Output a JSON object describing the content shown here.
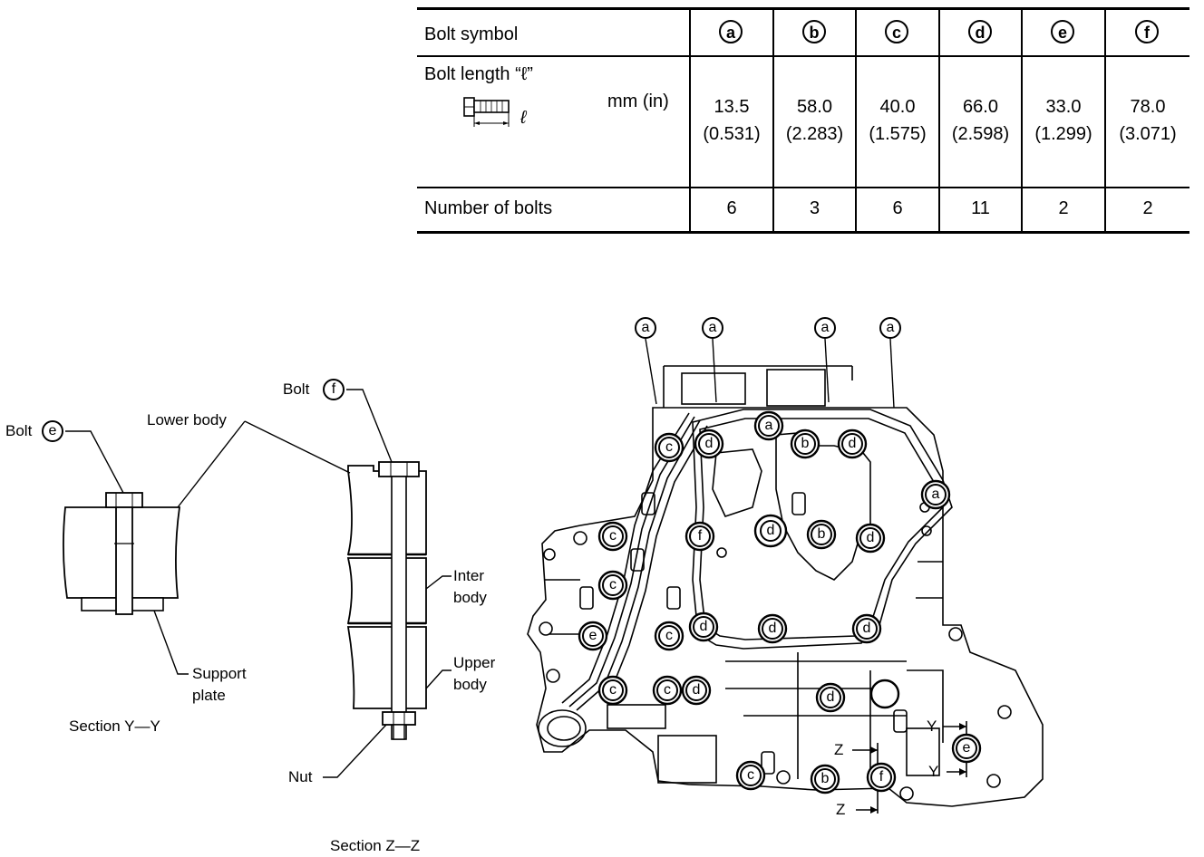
{
  "bolt_table": {
    "row_headers": {
      "symbol": "Bolt symbol",
      "length": "Bolt length “ℓ”",
      "length_unit": "mm (in)",
      "length_icon_label": "ℓ",
      "count": "Number of bolts"
    },
    "columns": [
      {
        "symbol": "a",
        "mm": "13.5",
        "in": "(0.531)",
        "count": "6"
      },
      {
        "symbol": "b",
        "mm": "58.0",
        "in": "(2.283)",
        "count": "3"
      },
      {
        "symbol": "c",
        "mm": "40.0",
        "in": "(1.575)",
        "count": "6"
      },
      {
        "symbol": "d",
        "mm": "66.0",
        "in": "(2.598)",
        "count": "11"
      },
      {
        "symbol": "e",
        "mm": "33.0",
        "in": "(1.299)",
        "count": "2"
      },
      {
        "symbol": "f",
        "mm": "78.0",
        "in": "(3.071)",
        "count": "2"
      }
    ]
  },
  "section_yy": {
    "bolt_label": "Bolt",
    "bolt_symbol": "e",
    "lower_body": "Lower body",
    "support_plate_line1": "Support",
    "support_plate_line2": "plate",
    "caption": "Section Y—Y"
  },
  "section_zz": {
    "bolt_label": "Bolt",
    "bolt_symbol": "f",
    "inter_body_line1": "Inter",
    "inter_body_line2": "body",
    "upper_body_line1": "Upper",
    "upper_body_line2": "body",
    "nut": "Nut",
    "caption": "Section Z—Z"
  },
  "valve_body": {
    "top_callouts": [
      "a",
      "a",
      "a",
      "a"
    ],
    "bolts": [
      "a",
      "a",
      "b",
      "d",
      "d",
      "c",
      "c",
      "f",
      "b",
      "d",
      "d",
      "c",
      "d",
      "d",
      "d",
      "e",
      "c",
      "c",
      "c",
      "d",
      "d",
      "c",
      "b",
      "f",
      "e"
    ],
    "section_marks": {
      "y1": "Y",
      "y2": "Y",
      "z1": "Z",
      "z2": "Z"
    }
  }
}
